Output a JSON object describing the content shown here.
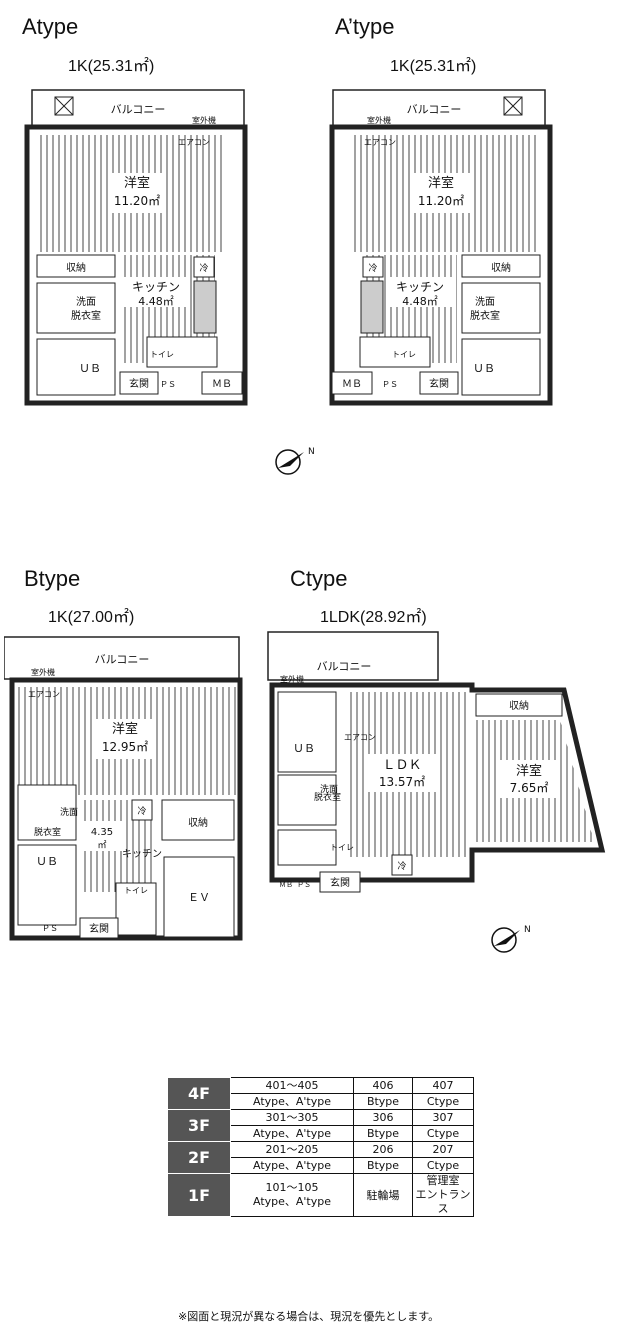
{
  "plans": {
    "a": {
      "title": "Atype",
      "area": "1K(25.31㎡)",
      "balcony": "バルコニー",
      "outdoor_unit": "室外機",
      "aircon": "エアコン",
      "western_room": "洋室",
      "western_area": "11.20㎡",
      "storage": "収納",
      "kitchen": "キッチン",
      "kitchen_area": "4.48㎡",
      "fridge": "冷",
      "washroom_1": "洗面",
      "washroom_2": "脱衣室",
      "bath": "ＵＢ",
      "toilet": "トイレ",
      "entrance": "玄関",
      "ps": "ＰＳ",
      "mb": "ＭＢ"
    },
    "a_prime": {
      "title": "A’type",
      "area": "1K(25.31㎡)",
      "balcony": "バルコニー",
      "outdoor_unit": "室外機",
      "aircon": "エアコン",
      "western_room": "洋室",
      "western_area": "11.20㎡",
      "storage": "収納",
      "kitchen": "キッチン",
      "kitchen_area": "4.48㎡",
      "fridge": "冷",
      "washroom_1": "洗面",
      "washroom_2": "脱衣室",
      "bath": "ＵＢ",
      "toilet": "トイレ",
      "entrance": "玄関",
      "ps": "ＰＳ",
      "mb": "ＭＢ"
    },
    "b": {
      "title": "Btype",
      "area": "1K(27.00㎡)",
      "balcony": "バルコニー",
      "outdoor_unit": "室外機",
      "aircon": "エアコン",
      "western_room": "洋室",
      "western_area": "12.95㎡",
      "dress_1": "脱衣室",
      "dress_2": "洗面",
      "kitchen": "キッチン",
      "kitchen_area": "4.35",
      "kitchen_unit": "㎡",
      "fridge": "冷",
      "storage": "収納",
      "bath": "ＵＢ",
      "toilet": "トイレ",
      "ev": "ＥＶ",
      "ps": "ＰＳ",
      "entrance": "玄関"
    },
    "c": {
      "title": "Ctype",
      "area": "1LDK(28.92㎡)",
      "balcony": "バルコニー",
      "outdoor_unit": "室外機",
      "aircon": "エアコン",
      "bath": "ＵＢ",
      "ldk": "ＬＤＫ",
      "ldk_area": "13.57㎡",
      "storage": "収納",
      "western_room": "洋室",
      "western_area": "7.65㎡",
      "dress_1": "脱衣室",
      "dress_2": "洗面",
      "toilet": "トイレ",
      "fridge": "冷",
      "mb": "ＭＢ",
      "ps": "ＰＳ",
      "entrance": "玄関"
    }
  },
  "compass_label": "N",
  "floors": [
    {
      "floor": "4F",
      "rows": [
        [
          "401～405",
          "406",
          "407"
        ],
        [
          "Atype、A'type",
          "Btype",
          "Ctype"
        ]
      ]
    },
    {
      "floor": "3F",
      "rows": [
        [
          "301～305",
          "306",
          "307"
        ],
        [
          "Atype、A'type",
          "Btype",
          "Ctype"
        ]
      ]
    },
    {
      "floor": "2F",
      "rows": [
        [
          "201～205",
          "206",
          "207"
        ],
        [
          "Atype、A'type",
          "Btype",
          "Ctype"
        ]
      ]
    },
    {
      "floor": "1F",
      "rows": [
        [
          "101～105\nAtype、A'type",
          "駐輪場",
          "管理室\nエントランス"
        ]
      ]
    }
  ],
  "note": "※図面と現況が異なる場合は、現況を優先とします。"
}
